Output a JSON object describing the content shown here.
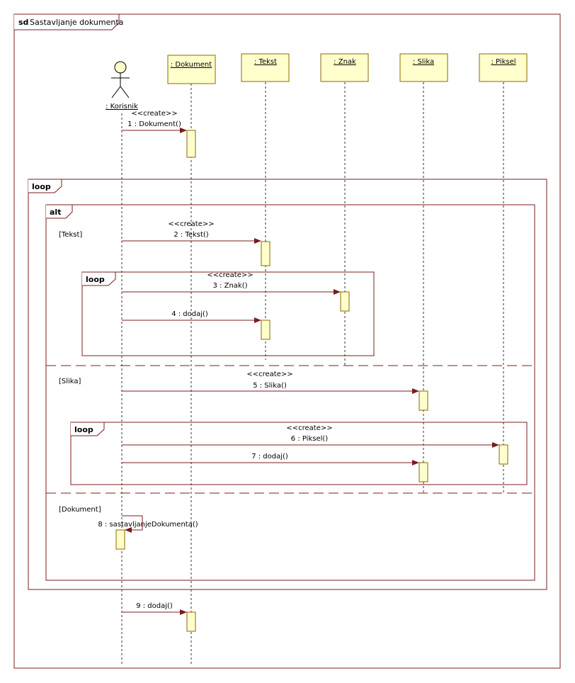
{
  "diagram": {
    "frame_kind": "sd",
    "frame_title": "Sastavljanje dokumenta",
    "actor": {
      "label": ": Korisnik"
    },
    "lifelines": [
      {
        "id": "dokument",
        "label": ": Dokument"
      },
      {
        "id": "tekst",
        "label": ": Tekst"
      },
      {
        "id": "znak",
        "label": ": Znak"
      },
      {
        "id": "slika",
        "label": ": Slika"
      },
      {
        "id": "piksel",
        "label": ": Piksel"
      }
    ],
    "fragments": [
      {
        "id": "outer-loop",
        "operator": "loop"
      },
      {
        "id": "alt",
        "operator": "alt",
        "guards": [
          "[Tekst]",
          "[Slika]",
          "[Dokument]"
        ]
      },
      {
        "id": "inner-loop-tekst",
        "operator": "loop"
      },
      {
        "id": "inner-loop-slika",
        "operator": "loop"
      }
    ],
    "messages": [
      {
        "id": "m1",
        "stereotype": "<<create>>",
        "label": "1 : Dokument()"
      },
      {
        "id": "m2",
        "stereotype": "<<create>>",
        "label": "2 : Tekst()"
      },
      {
        "id": "m3",
        "stereotype": "<<create>>",
        "label": "3 : Znak()"
      },
      {
        "id": "m4",
        "stereotype": "",
        "label": "4 : dodaj()"
      },
      {
        "id": "m5",
        "stereotype": "<<create>>",
        "label": "5 : Slika()"
      },
      {
        "id": "m6",
        "stereotype": "<<create>>",
        "label": "6 : Piksel()"
      },
      {
        "id": "m7",
        "stereotype": "",
        "label": "7 : dodaj()"
      },
      {
        "id": "m8",
        "stereotype": "",
        "label": "8 : sastavljanjeDokumenta()"
      },
      {
        "id": "m9",
        "stereotype": "",
        "label": "9 : dodaj()"
      }
    ],
    "colors": {
      "frame_border": "#7b1c1c",
      "object_fill": "#ffffcc",
      "object_border": "#8a6a00",
      "message_line": "#7b1c1c",
      "lifeline": "#333333",
      "text": "#000000"
    }
  }
}
